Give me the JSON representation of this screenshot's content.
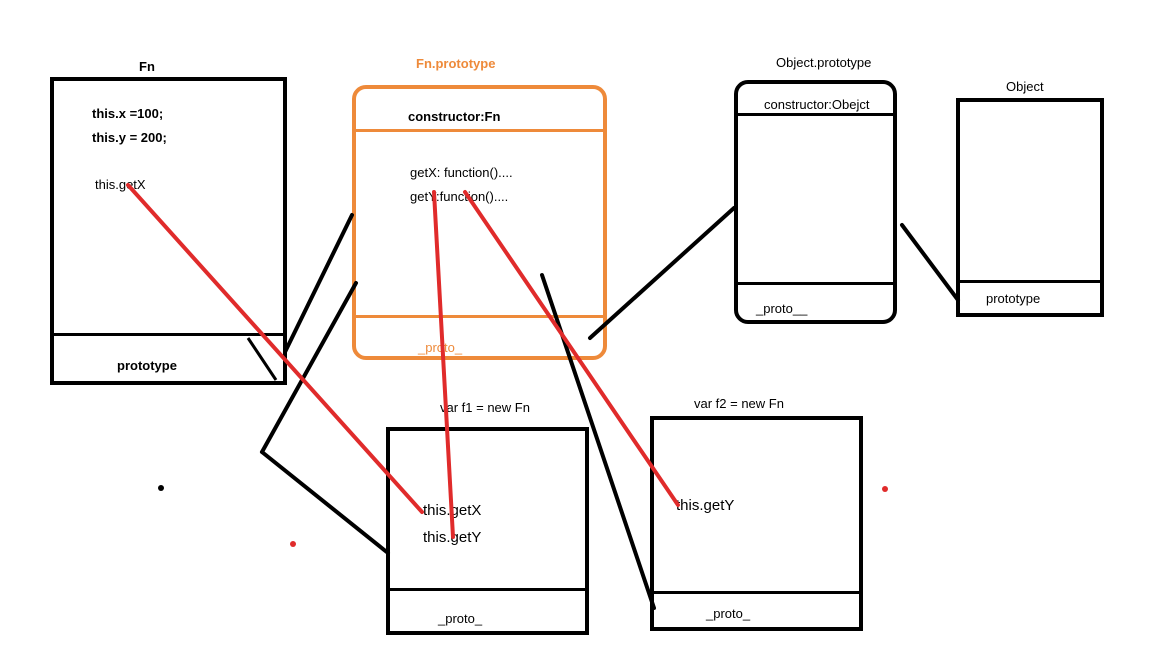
{
  "fn": {
    "title": "Fn",
    "line1": "this.x =100;",
    "line2": "this.y = 200;",
    "line3": "this.getX",
    "bottom": "prototype"
  },
  "fn_prototype": {
    "title": "Fn.prototype",
    "constructor": "constructor:Fn",
    "getx": "getX: function()....",
    "gety": "getY:function()....",
    "proto": "_proto_"
  },
  "object_prototype": {
    "title": "Object.prototype",
    "constructor": "constructor:Obejct",
    "proto": "_proto__"
  },
  "object": {
    "title": "Object",
    "bottom": "prototype"
  },
  "f1": {
    "title": "var f1 = new Fn",
    "getx": "this.getX",
    "gety": "this.getY",
    "proto": "_proto_"
  },
  "f2": {
    "title": "var f2 = new Fn",
    "gety": "this.getY",
    "proto": "_proto_"
  },
  "colors": {
    "accent": "#ee8a3a",
    "link": "#e02b2b",
    "stroke": "#000000"
  }
}
